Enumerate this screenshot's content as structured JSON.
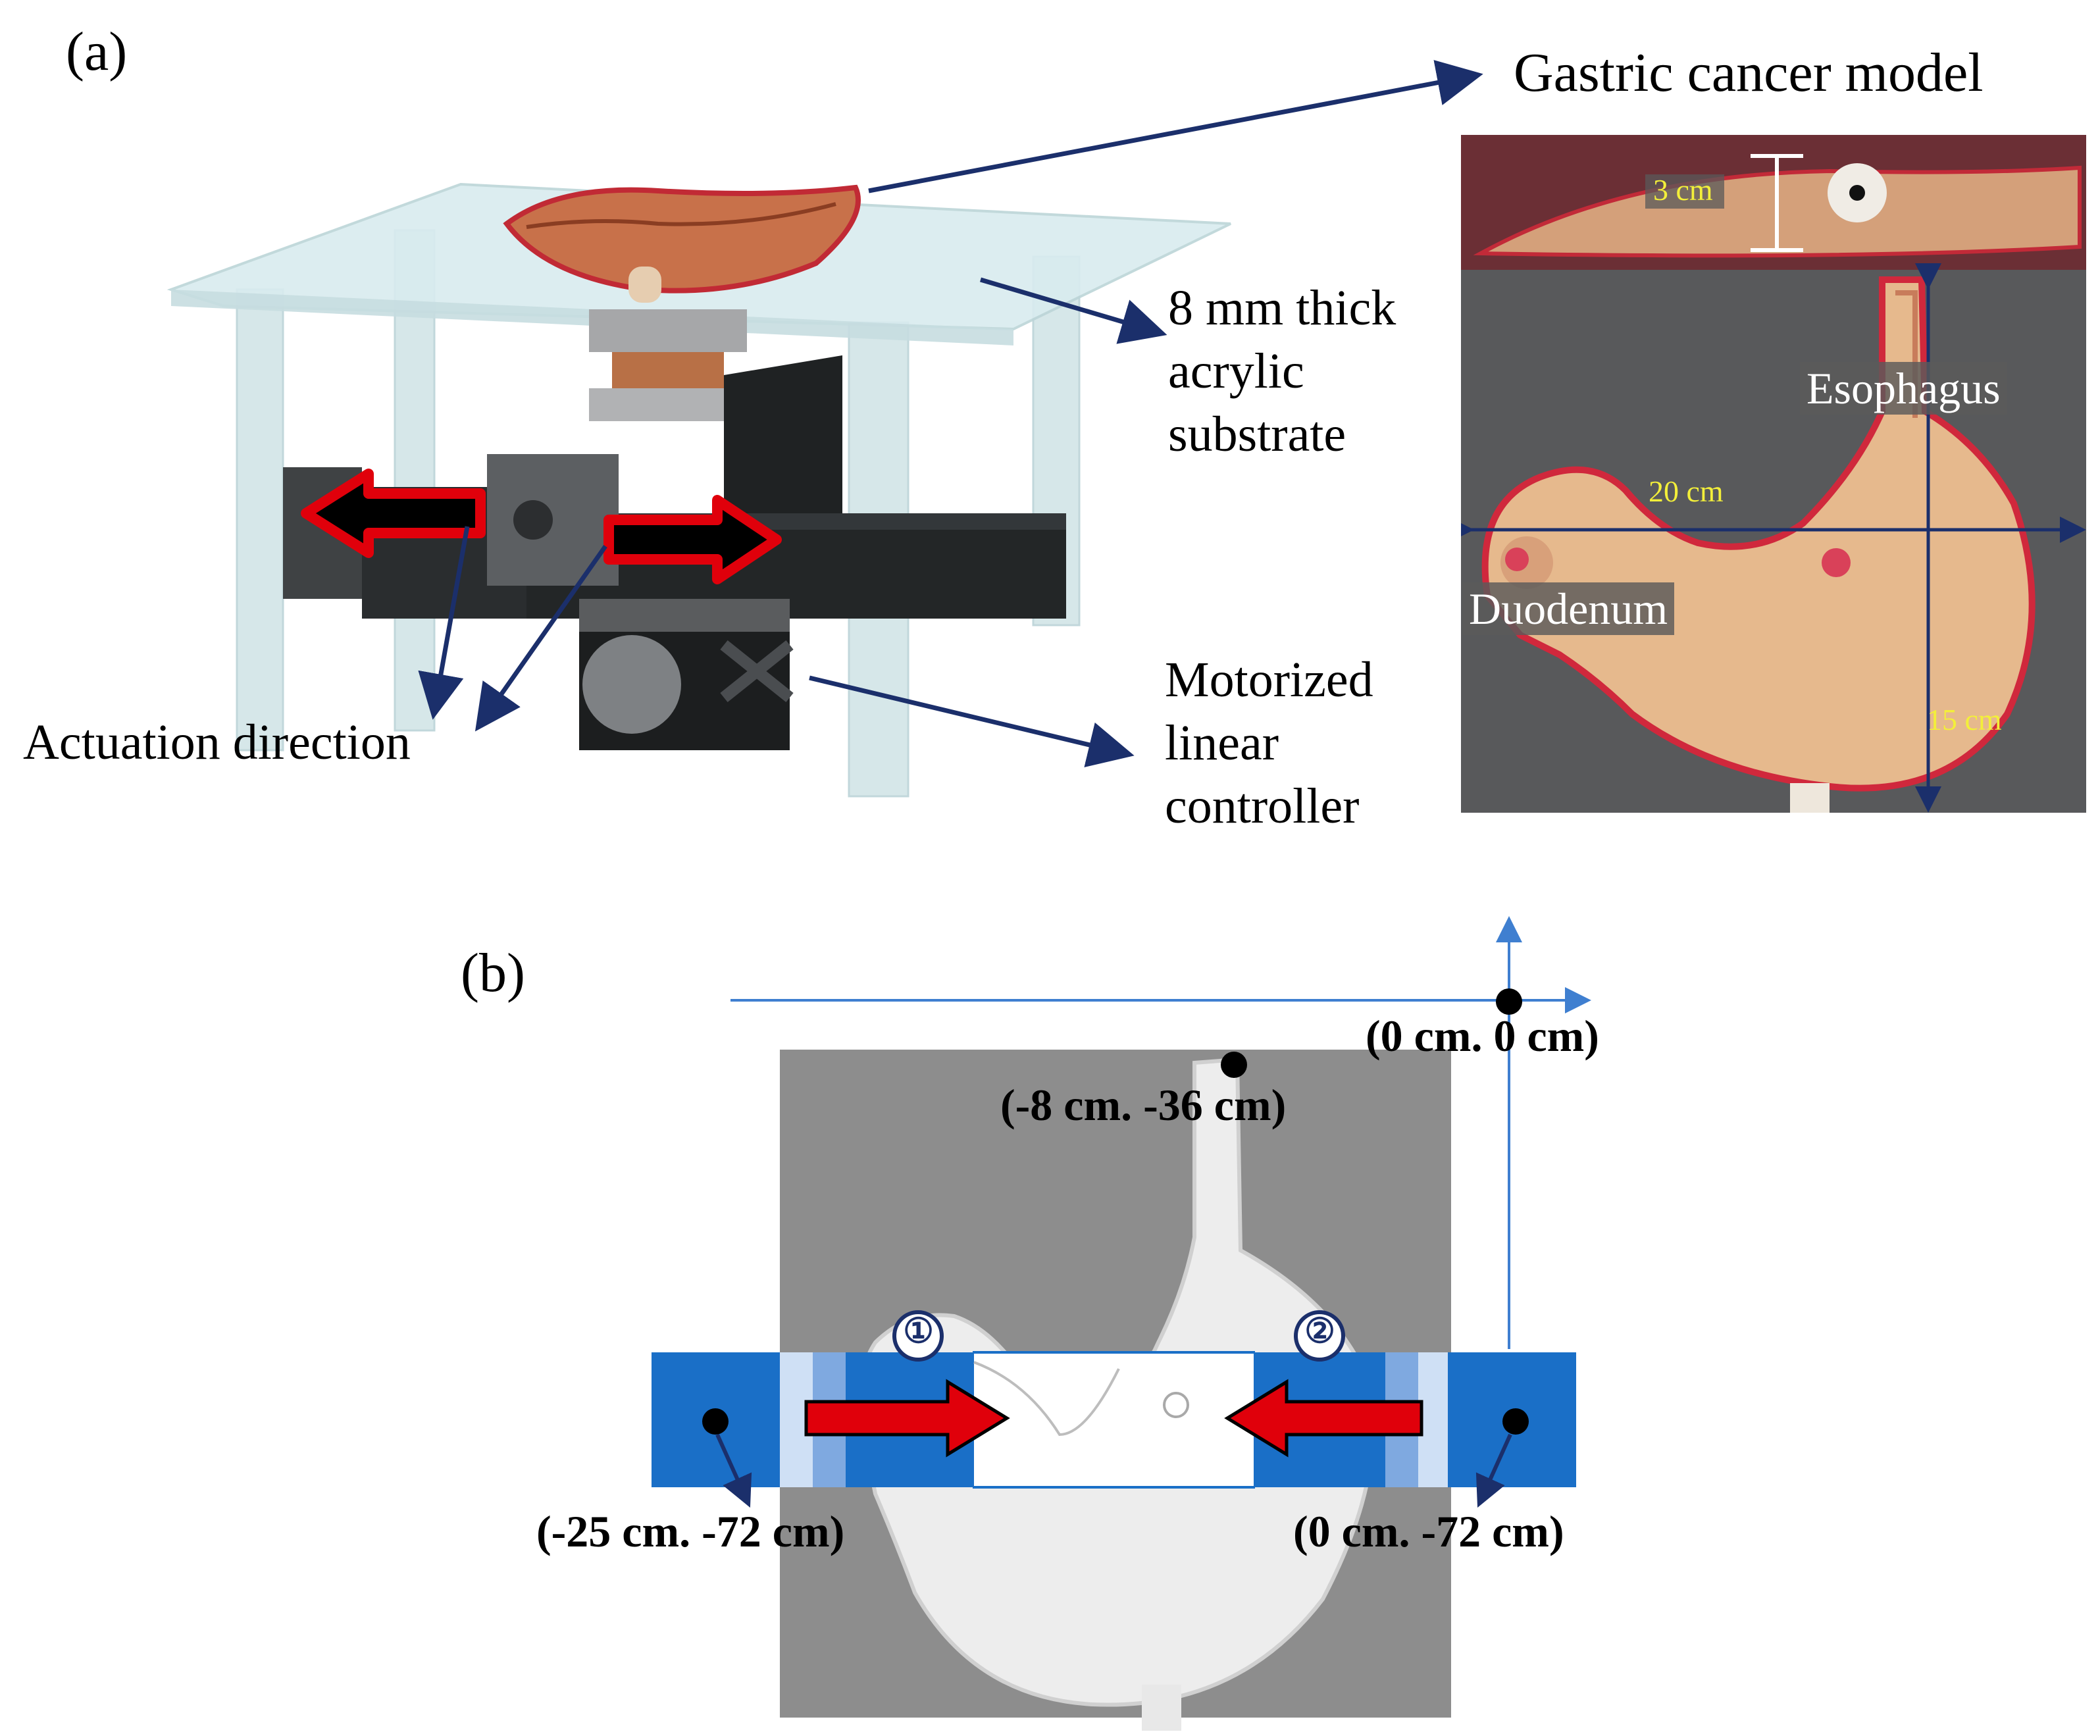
{
  "panel_a": {
    "letter": "(a)",
    "callouts": {
      "gastric_model": "Gastric cancer model",
      "acrylic_line1": "8 mm thick",
      "acrylic_line2": "acrylic",
      "acrylic_line3": "substrate",
      "motor_line1": "Motorized",
      "motor_line2": "linear",
      "motor_line3": "controller",
      "actuation": "Actuation direction"
    },
    "photo": {
      "thickness": "3 cm",
      "width": "20 cm",
      "height": "15 cm",
      "esophagus": "Esophagus",
      "duodenum": "Duodenum"
    }
  },
  "panel_b": {
    "letter": "(b)",
    "origin": "(0 cm. 0 cm)",
    "esophagus_point": "(-8 cm. -36 cm)",
    "left_actuator": "(-25 cm. -72 cm)",
    "right_actuator": "(0 cm. -72 cm)",
    "marker_1": "①",
    "marker_2": "②"
  },
  "colors": {
    "arrow_red": "#e0000b",
    "navy_arrow": "#1b2f6b",
    "actuator_blue": "#1a6fc7",
    "axis_blue": "#3f7fd0",
    "stomach_red": "#d0283c"
  }
}
